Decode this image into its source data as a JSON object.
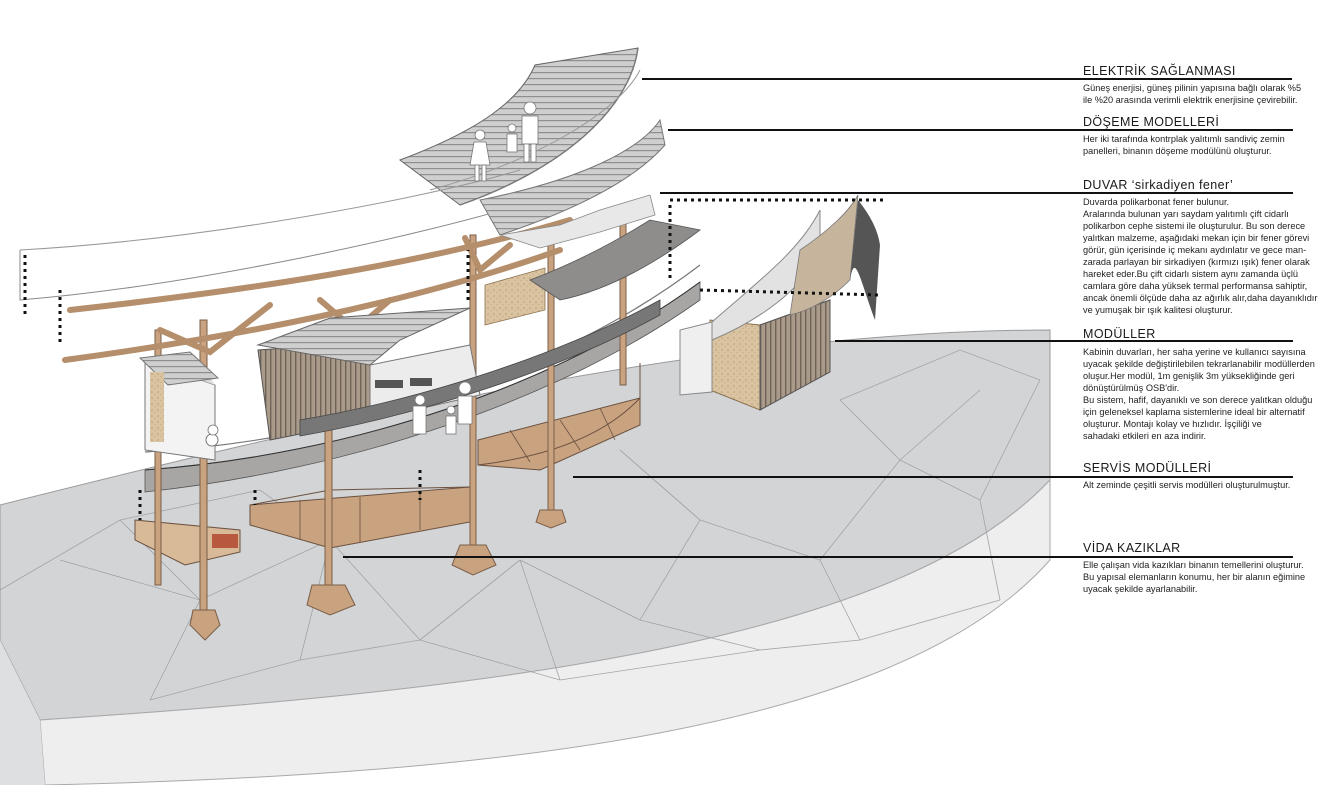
{
  "annotations": [
    {
      "id": "elektrik",
      "title": "ELEKTRİK SAĞLANMASI",
      "lines": [
        "Güneş enerjisi, güneş pilinin yapısına bağlı olarak %5",
        "ile %20 arasında verimli elektrik enerjisine çevirebilir."
      ]
    },
    {
      "id": "doseme",
      "title": "DÖŞEME MODELLERİ",
      "lines": [
        "Her iki tarafında kontrplak yalıtımlı sandiviç zemin",
        "panelleri, binanın döşeme modülünü oluşturur."
      ]
    },
    {
      "id": "duvar",
      "title": "DUVAR ‘sirkadiyen fener’",
      "lines": [
        "Duvarda polikarbonat fener bulunur.",
        "Aralarında bulunan yarı saydam yalıtımlı çift cidarlı",
        "polikarbon cephe sistemi ile oluşturulur. Bu son derece",
        "yalıtkan malzeme, aşağıdaki mekan için bir fener görevi",
        "görür, gün içerisinde iç mekanı aydınlatır ve gece man-",
        "zarada parlayan bir sirkadiyen (kırmızı ışık) fener olarak",
        "hareket eder.Bu çift cidarlı sistem aynı zamanda üçlü",
        "camlara göre daha yüksek termal performansa sahiptir,",
        "ancak önemli ölçüde daha az ağırlık alır,daha dayanıklıdır",
        "ve yumuşak bir ışık kalitesi oluşturur."
      ]
    },
    {
      "id": "moduller",
      "title": "MODÜLLER",
      "lines": [
        "Kabinin duvarları, her saha yerine ve kullanıcı sayısına",
        "uyacak şekilde değiştirilebilen tekrarlanabilir modüllerden",
        "oluşur.Her modül, 1m genişlik 3m yüksekliğinde geri",
        "dönüştürülmüş OSB'dir.",
        "Bu sistem, hafif, dayanıklı ve son derece yalıtkan olduğu",
        "için geleneksel kaplama sistemlerine ideal bir alternatif",
        "oluşturur. Montajı kolay ve hızlıdır. İşçiliği ve",
        "sahadaki etkileri en aza indirir."
      ]
    },
    {
      "id": "servis",
      "title": "SERVİS MODÜLLERİ",
      "lines": [
        "Alt zeminde çeşitli servis modülleri oluşturulmuştur."
      ]
    },
    {
      "id": "vida",
      "title": "VİDA KAZIKLAR",
      "lines": [
        "Elle çalışan vida kazıkları binanın temellerini oluşturur.",
        "Bu yapısal elemanların konumu, her bir alanın eğimine",
        "uyacak şekilde ayarlanabilir."
      ]
    }
  ],
  "colors": {
    "wood": "#c9a27f",
    "wood_dark": "#9b7657",
    "ground": "#d4d5d7",
    "ground_edge": "#bfc0c3",
    "base_side": "#eeeeef",
    "osb": "#d9c3a0",
    "line": "#111111"
  }
}
